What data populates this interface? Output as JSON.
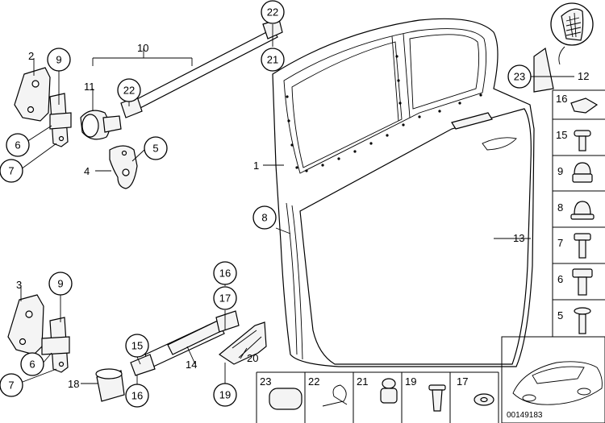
{
  "callouts": {
    "c1": "1",
    "c2": "2",
    "c3": "3",
    "c4": "4",
    "c5": "5",
    "c6a": "6",
    "c6b": "6",
    "c7a": "7",
    "c7b": "7",
    "c8": "8",
    "c9a": "9",
    "c9b": "9",
    "c10": "10",
    "c11": "11",
    "c12": "12",
    "c13": "13",
    "c14": "14",
    "c15": "15",
    "c16a": "16",
    "c16b": "16",
    "c17": "17",
    "c18": "18",
    "c19": "19",
    "c20": "20",
    "c21": "21",
    "c22a": "22",
    "c22b": "22",
    "c23": "23"
  },
  "side_list": [
    {
      "id": "s16",
      "label": "16"
    },
    {
      "id": "s15",
      "label": "15"
    },
    {
      "id": "s9",
      "label": "9"
    },
    {
      "id": "s8",
      "label": "8"
    },
    {
      "id": "s7",
      "label": "7"
    },
    {
      "id": "s6",
      "label": "6"
    },
    {
      "id": "s5",
      "label": "5"
    }
  ],
  "bottom_list": [
    {
      "id": "b23",
      "label": "23"
    },
    {
      "id": "b22",
      "label": "22"
    },
    {
      "id": "b21",
      "label": "21"
    },
    {
      "id": "b19",
      "label": "19"
    },
    {
      "id": "b17",
      "label": "17"
    }
  ],
  "diagram_number": "00149183"
}
